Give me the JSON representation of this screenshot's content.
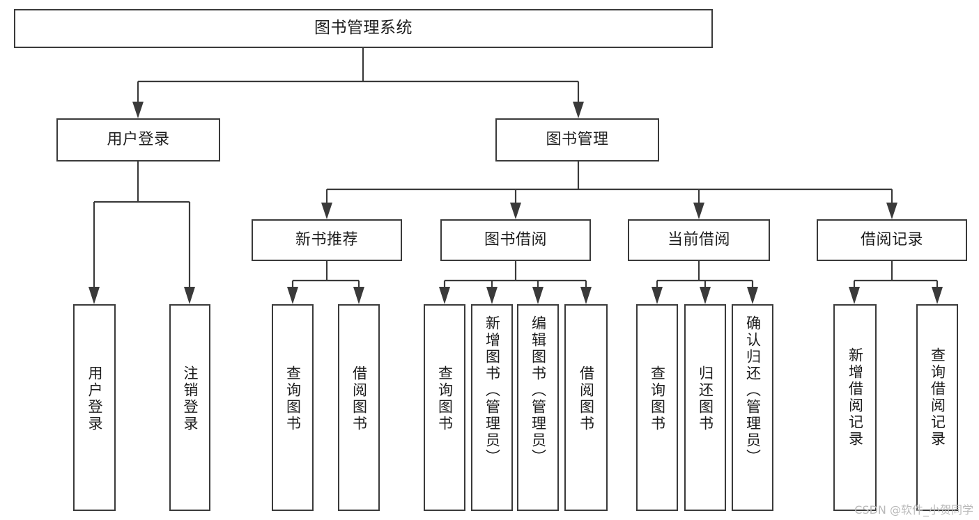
{
  "diagram": {
    "title": "图书管理系统",
    "root": {
      "label": "图书管理系统"
    },
    "level2": [
      {
        "label": "用户登录"
      },
      {
        "label": "图书管理"
      }
    ],
    "level3": [
      {
        "label": "新书推荐"
      },
      {
        "label": "图书借阅"
      },
      {
        "label": "当前借阅"
      },
      {
        "label": "借阅记录"
      }
    ],
    "leaves": {
      "user_login": [
        {
          "label": "用户登录"
        },
        {
          "label": "注销登录"
        }
      ],
      "new_book_recommend": [
        {
          "label": "查询图书"
        },
        {
          "label": "借阅图书"
        }
      ],
      "book_borrow": [
        {
          "label": "查询图书"
        },
        {
          "label": "新增图书（管理员）"
        },
        {
          "label": "编辑图书（管理员）"
        },
        {
          "label": "借阅图书"
        }
      ],
      "current_borrow": [
        {
          "label": "查询图书"
        },
        {
          "label": "归还图书"
        },
        {
          "label": "确认归还（管理员）"
        }
      ],
      "borrow_record": [
        {
          "label": "新增借阅记录"
        },
        {
          "label": "查询借阅记录"
        }
      ]
    }
  },
  "watermark": {
    "text": "CSDN @软件_小贺同学"
  },
  "colors": {
    "border": "#3a3a3a",
    "text": "#1c1c1c",
    "background": "#ffffff",
    "watermark": "#b9b9b9"
  }
}
